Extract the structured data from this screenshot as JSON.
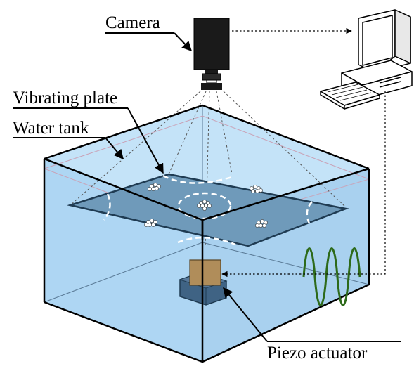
{
  "labels": {
    "camera": "Camera",
    "vibrating_plate": "Vibrating plate",
    "water_tank": "Water tank",
    "piezo_actuator": "Piezo actuator"
  },
  "colors": {
    "water": "#b9dcf5",
    "water_edge": "#000000",
    "plate": "#6b96b5",
    "plate_edge": "#1f3b52",
    "piezo": "#b08d5a",
    "base": "#3f6384",
    "wave": "#2d6a1a",
    "camera_body": "#1a1a1a",
    "nodal_line": "#ffffff"
  },
  "icons": {
    "camera": "camera-icon",
    "computer": "computer-icon",
    "signal": "sine-wave-icon"
  }
}
